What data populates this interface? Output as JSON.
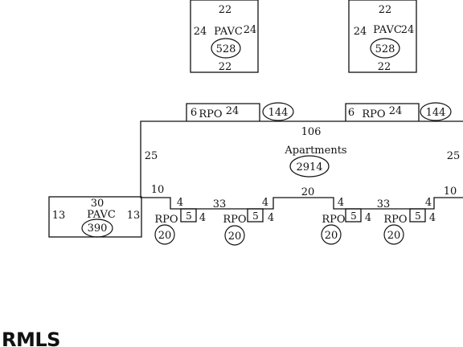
{
  "pavc_top_left": {
    "label": "PAVC",
    "area": "528",
    "top": "22",
    "bottom": "22",
    "left": "24",
    "right": "24"
  },
  "pavc_top_right": {
    "label": "PAVC",
    "area": "528",
    "top": "22",
    "bottom": "22",
    "left": "24",
    "right": "24"
  },
  "rpo_porch_left": {
    "label": "RPO",
    "area": "144",
    "left": "6",
    "top": "24"
  },
  "rpo_porch_right": {
    "label": "RPO",
    "area": "144",
    "left": "6",
    "top": "24"
  },
  "apartments": {
    "label": "Apartments",
    "area": "2914",
    "top": "106",
    "left": "25",
    "right": "25",
    "mid": "20"
  },
  "pavc_left": {
    "label": "PAVC",
    "area": "390",
    "top": "30",
    "left": "13",
    "right": "13"
  },
  "bottom_dims": {
    "d10_left": "10",
    "d4_a": "4",
    "d33_a": "33",
    "d4_b": "4",
    "d4_c": "4",
    "d33_b": "33",
    "d4_d": "4",
    "d10_right": "10"
  },
  "rpo_small": [
    {
      "label": "RPO",
      "area": "20",
      "width": "5",
      "depth": "4"
    },
    {
      "label": "RPO",
      "area": "20",
      "width": "5",
      "depth": "4"
    },
    {
      "label": "RPO",
      "area": "20",
      "width": "5",
      "depth": "4"
    },
    {
      "label": "RPO",
      "area": "20",
      "width": "5",
      "depth": "4"
    }
  ],
  "logo": {
    "text": "RMLS"
  }
}
